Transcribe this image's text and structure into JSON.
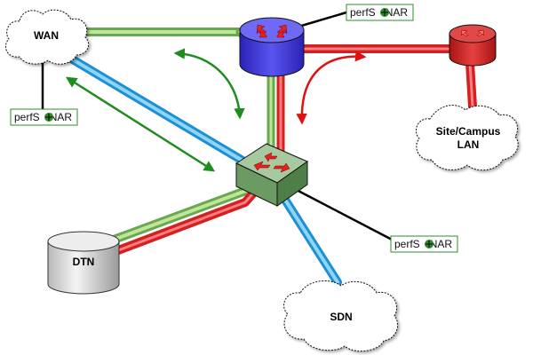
{
  "clouds": {
    "wan": "WAN",
    "site_lan_line1": "Site/Campus",
    "site_lan_line2": "LAN",
    "sdn": "SDN"
  },
  "storage": {
    "dtn": "DTN"
  },
  "perfsonar": {
    "prefix": "perfS",
    "suffix": "NAR"
  },
  "colors": {
    "path_green": "#8ccf5a",
    "path_red": "#ee3a3a",
    "path_blue": "#3ab2ea",
    "arrow_green": "#1e8c1e",
    "arrow_red": "#e01010",
    "router_blue": "#3a33d6",
    "router_red": "#d42020",
    "switch_green": "#7fae74",
    "perfsonar_border": "#2e8b2e",
    "cable_black": "#000000"
  }
}
